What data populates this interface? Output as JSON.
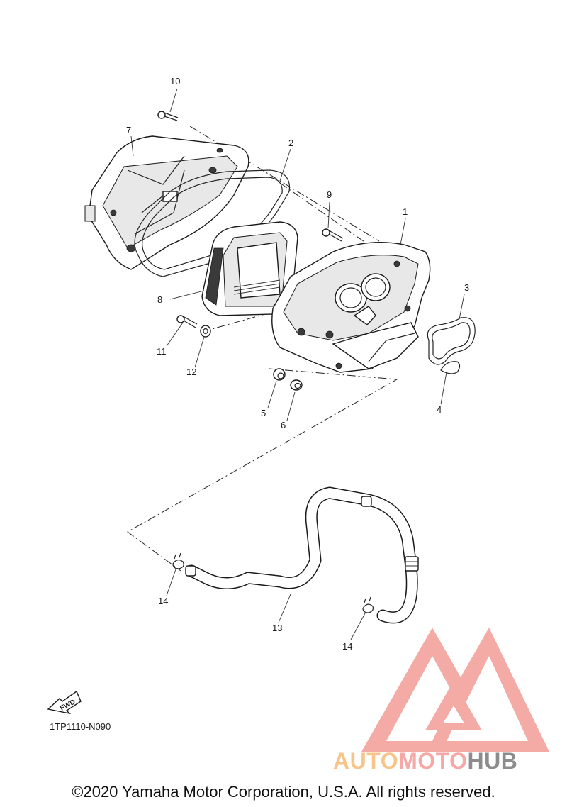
{
  "diagram": {
    "callouts": [
      "1",
      "2",
      "3",
      "4",
      "5",
      "6",
      "7",
      "8",
      "9",
      "10",
      "11",
      "12",
      "13",
      "14",
      "14"
    ],
    "fwd_label": "FWD",
    "doc_number": "1TP1110-N090"
  },
  "watermark": {
    "part1": "AUTO",
    "part2": "MOTO",
    "part3": "HUB",
    "colors": {
      "auto": "#f7c58a",
      "moto": "#f5a8a6",
      "hub": "#8c8c8c",
      "logo": "#f3a29c"
    }
  },
  "footer": {
    "copyright": "©2020 Yamaha Motor Corporation, U.S.A. All rights reserved."
  }
}
